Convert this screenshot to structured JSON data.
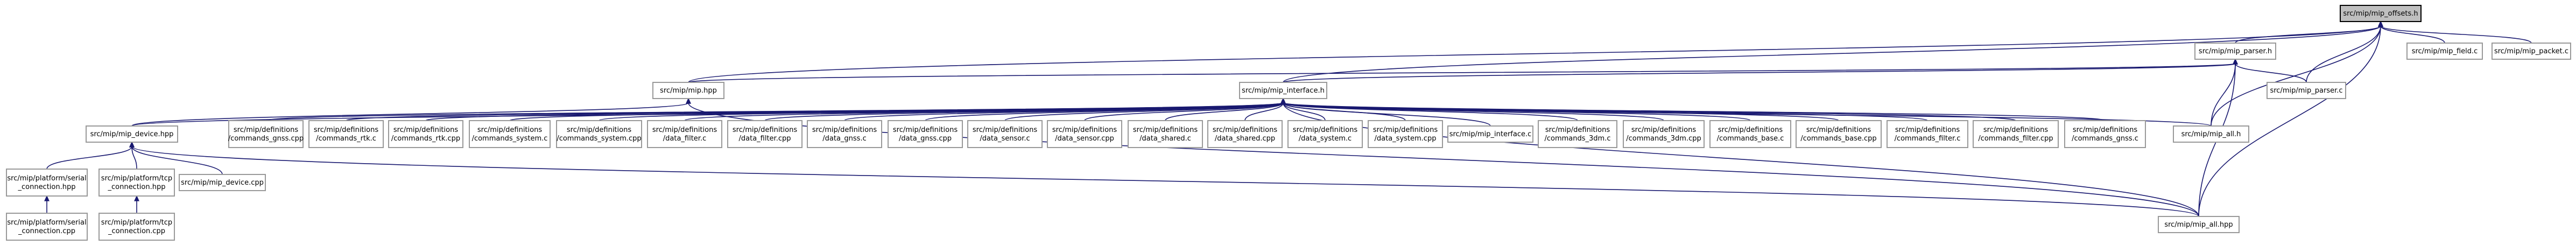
{
  "colors": {
    "edge": "#191970",
    "node_border": "#999999",
    "root_fill": "#bfbfbf",
    "node_fill": "#ffffff"
  },
  "nodes": [
    {
      "id": "offsets_h",
      "lines": [
        "src/mip/mip_offsets.h"
      ],
      "root": true
    },
    {
      "id": "parser_h",
      "lines": [
        "src/mip/mip_parser.h"
      ]
    },
    {
      "id": "field_c",
      "lines": [
        "src/mip/mip_field.c"
      ]
    },
    {
      "id": "packet_c",
      "lines": [
        "src/mip/mip_packet.c"
      ]
    },
    {
      "id": "mip_hpp",
      "lines": [
        "src/mip/mip.hpp"
      ]
    },
    {
      "id": "parser_c",
      "lines": [
        "src/mip/mip_parser.c"
      ]
    },
    {
      "id": "interface_h",
      "lines": [
        "src/mip/mip_interface.h"
      ]
    },
    {
      "id": "device_hpp",
      "lines": [
        "src/mip/mip_device.hpp"
      ]
    },
    {
      "id": "d_cmd_gnss_cpp",
      "lines": [
        "src/mip/definitions",
        "/commands_gnss.cpp"
      ]
    },
    {
      "id": "d_cmd_rtk_c",
      "lines": [
        "src/mip/definitions",
        "/commands_rtk.c"
      ]
    },
    {
      "id": "d_cmd_rtk_cpp",
      "lines": [
        "src/mip/definitions",
        "/commands_rtk.cpp"
      ]
    },
    {
      "id": "d_cmd_system_c",
      "lines": [
        "src/mip/definitions",
        "/commands_system.c"
      ]
    },
    {
      "id": "d_cmd_system_cpp",
      "lines": [
        "src/mip/definitions",
        "/commands_system.cpp"
      ]
    },
    {
      "id": "d_data_filter_c",
      "lines": [
        "src/mip/definitions",
        "/data_filter.c"
      ]
    },
    {
      "id": "d_data_filter_cpp",
      "lines": [
        "src/mip/definitions",
        "/data_filter.cpp"
      ]
    },
    {
      "id": "d_data_gnss_c",
      "lines": [
        "src/mip/definitions",
        "/data_gnss.c"
      ]
    },
    {
      "id": "d_data_gnss_cpp",
      "lines": [
        "src/mip/definitions",
        "/data_gnss.cpp"
      ]
    },
    {
      "id": "d_data_sensor_c",
      "lines": [
        "src/mip/definitions",
        "/data_sensor.c"
      ]
    },
    {
      "id": "d_data_sensor_cpp",
      "lines": [
        "src/mip/definitions",
        "/data_sensor.cpp"
      ]
    },
    {
      "id": "d_data_shared_c",
      "lines": [
        "src/mip/definitions",
        "/data_shared.c"
      ]
    },
    {
      "id": "d_data_shared_cpp",
      "lines": [
        "src/mip/definitions",
        "/data_shared.cpp"
      ]
    },
    {
      "id": "d_data_system_c",
      "lines": [
        "src/mip/definitions",
        "/data_system.c"
      ]
    },
    {
      "id": "d_data_system_cpp",
      "lines": [
        "src/mip/definitions",
        "/data_system.cpp"
      ]
    },
    {
      "id": "interface_c",
      "lines": [
        "src/mip/mip_interface.c"
      ]
    },
    {
      "id": "d_cmd_3dm_c",
      "lines": [
        "src/mip/definitions",
        "/commands_3dm.c"
      ]
    },
    {
      "id": "d_cmd_3dm_cpp",
      "lines": [
        "src/mip/definitions",
        "/commands_3dm.cpp"
      ]
    },
    {
      "id": "d_cmd_base_c",
      "lines": [
        "src/mip/definitions",
        "/commands_base.c"
      ]
    },
    {
      "id": "d_cmd_base_cpp",
      "lines": [
        "src/mip/definitions",
        "/commands_base.cpp"
      ]
    },
    {
      "id": "d_cmd_filter_c",
      "lines": [
        "src/mip/definitions",
        "/commands_filter.c"
      ]
    },
    {
      "id": "d_cmd_filter_cpp",
      "lines": [
        "src/mip/definitions",
        "/commands_filter.cpp"
      ]
    },
    {
      "id": "d_cmd_gnss_c",
      "lines": [
        "src/mip/definitions",
        "/commands_gnss.c"
      ]
    },
    {
      "id": "all_h",
      "lines": [
        "src/mip/mip_all.h"
      ]
    },
    {
      "id": "serial_conn_hpp",
      "lines": [
        "src/mip/platform/serial",
        "_connection.hpp"
      ]
    },
    {
      "id": "tcp_conn_hpp",
      "lines": [
        "src/mip/platform/tcp",
        "_connection.hpp"
      ]
    },
    {
      "id": "device_cpp",
      "lines": [
        "src/mip/mip_device.cpp"
      ]
    },
    {
      "id": "all_hpp",
      "lines": [
        "src/mip/mip_all.hpp"
      ]
    },
    {
      "id": "serial_conn_cpp",
      "lines": [
        "src/mip/platform/serial",
        "_connection.cpp"
      ]
    },
    {
      "id": "tcp_conn_cpp",
      "lines": [
        "src/mip/platform/tcp",
        "_connection.cpp"
      ]
    }
  ],
  "edges": [
    [
      "parser_h",
      "offsets_h"
    ],
    [
      "field_c",
      "offsets_h"
    ],
    [
      "packet_c",
      "offsets_h"
    ],
    [
      "mip_hpp",
      "offsets_h"
    ],
    [
      "parser_c",
      "offsets_h"
    ],
    [
      "interface_h",
      "offsets_h"
    ],
    [
      "all_h",
      "offsets_h"
    ],
    [
      "all_hpp",
      "offsets_h"
    ],
    [
      "parser_c",
      "parser_h"
    ],
    [
      "interface_h",
      "parser_h"
    ],
    [
      "mip_hpp",
      "parser_h"
    ],
    [
      "all_h",
      "parser_h"
    ],
    [
      "all_hpp",
      "parser_h"
    ],
    [
      "device_hpp",
      "mip_hpp"
    ],
    [
      "all_hpp",
      "mip_hpp"
    ],
    [
      "device_hpp",
      "interface_h"
    ],
    [
      "d_cmd_gnss_cpp",
      "interface_h"
    ],
    [
      "d_cmd_rtk_c",
      "interface_h"
    ],
    [
      "d_cmd_rtk_cpp",
      "interface_h"
    ],
    [
      "d_cmd_system_c",
      "interface_h"
    ],
    [
      "d_cmd_system_cpp",
      "interface_h"
    ],
    [
      "d_data_filter_c",
      "interface_h"
    ],
    [
      "d_data_filter_cpp",
      "interface_h"
    ],
    [
      "d_data_gnss_c",
      "interface_h"
    ],
    [
      "d_data_gnss_cpp",
      "interface_h"
    ],
    [
      "d_data_sensor_c",
      "interface_h"
    ],
    [
      "d_data_sensor_cpp",
      "interface_h"
    ],
    [
      "d_data_shared_c",
      "interface_h"
    ],
    [
      "d_data_shared_cpp",
      "interface_h"
    ],
    [
      "d_data_system_c",
      "interface_h"
    ],
    [
      "d_data_system_cpp",
      "interface_h"
    ],
    [
      "interface_c",
      "interface_h"
    ],
    [
      "d_cmd_3dm_c",
      "interface_h"
    ],
    [
      "d_cmd_3dm_cpp",
      "interface_h"
    ],
    [
      "d_cmd_base_c",
      "interface_h"
    ],
    [
      "d_cmd_base_cpp",
      "interface_h"
    ],
    [
      "d_cmd_filter_c",
      "interface_h"
    ],
    [
      "d_cmd_filter_cpp",
      "interface_h"
    ],
    [
      "d_cmd_gnss_c",
      "interface_h"
    ],
    [
      "all_h",
      "interface_h"
    ],
    [
      "all_hpp",
      "interface_h"
    ],
    [
      "serial_conn_hpp",
      "device_hpp"
    ],
    [
      "tcp_conn_hpp",
      "device_hpp"
    ],
    [
      "device_cpp",
      "device_hpp"
    ],
    [
      "all_hpp",
      "device_hpp"
    ],
    [
      "serial_conn_cpp",
      "serial_conn_hpp"
    ],
    [
      "tcp_conn_cpp",
      "tcp_conn_hpp"
    ]
  ]
}
